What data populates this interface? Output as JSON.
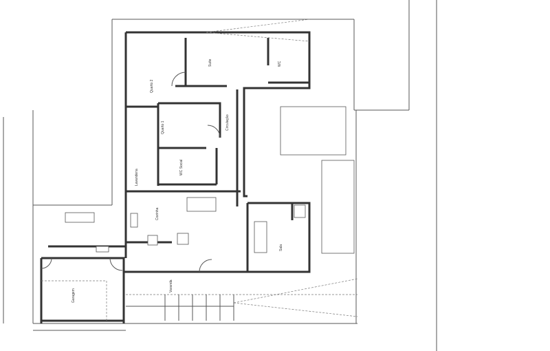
{
  "plan": {
    "rooms": [
      {
        "name": "Quarto 2"
      },
      {
        "name": "Suite"
      },
      {
        "name": "WC"
      },
      {
        "name": "Quarto 1"
      },
      {
        "name": "Circulação"
      },
      {
        "name": "WC Social"
      },
      {
        "name": "Lavanderia"
      },
      {
        "name": "Cozinha"
      },
      {
        "name": "Sala"
      },
      {
        "name": "Garagem"
      },
      {
        "name": "Varanda"
      }
    ]
  }
}
